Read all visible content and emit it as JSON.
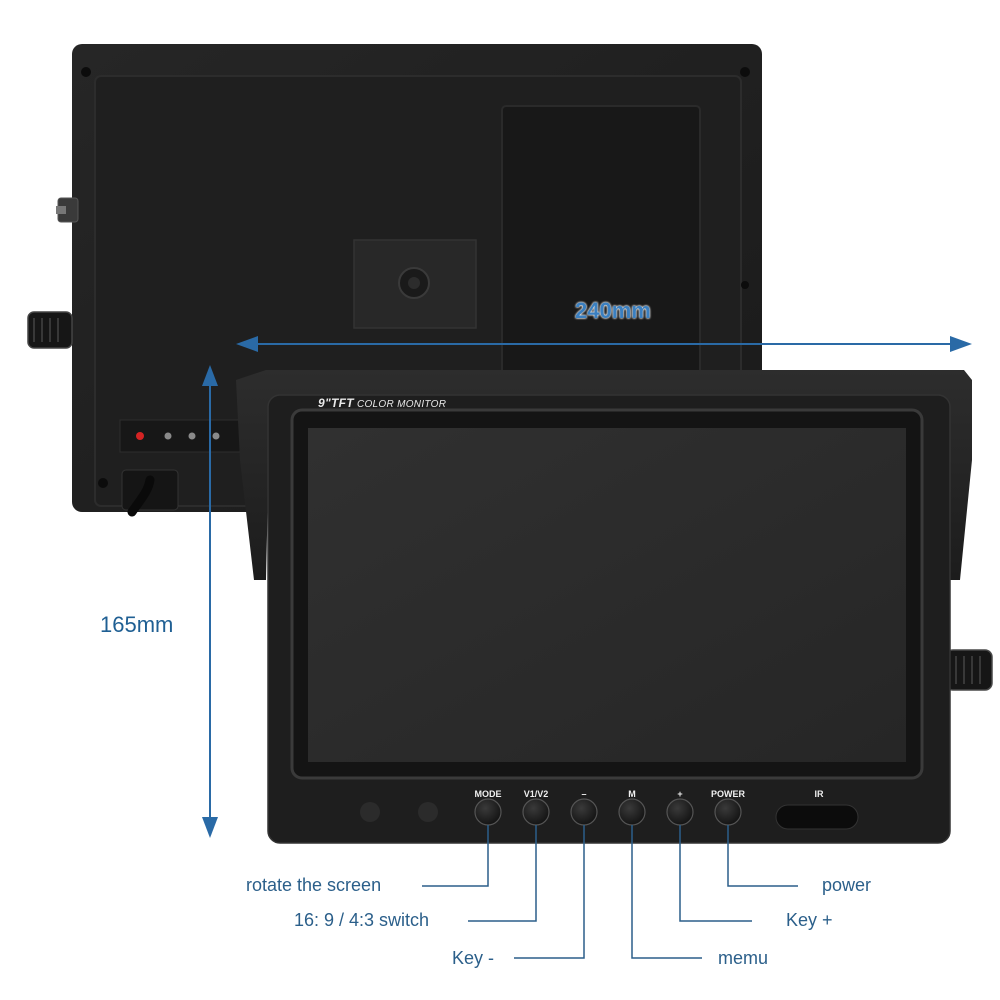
{
  "dimensions": {
    "width": "240mm",
    "height": "165mm"
  },
  "front_panel": {
    "brand_size": "9\"TFT",
    "brand_text": "COLOR MONITOR",
    "buttons": [
      {
        "label": "MODE"
      },
      {
        "label": "V1/V2"
      },
      {
        "label": "–"
      },
      {
        "label": "M"
      },
      {
        "label": "+"
      },
      {
        "label": "POWER"
      }
    ],
    "ir_label": "IR"
  },
  "callouts": {
    "mode": "rotate the screen",
    "v1v2": "16: 9 / 4:3 switch",
    "minus": "Key -",
    "menu": "memu",
    "plus": "Key +",
    "power": "power"
  },
  "colors": {
    "dimension_text": "#1f5f93",
    "callout_text": "#2b5f8a",
    "arrow": "#2a6aa6",
    "monitor_body": "#1e1e1e",
    "screen": "#2b2b2b"
  }
}
